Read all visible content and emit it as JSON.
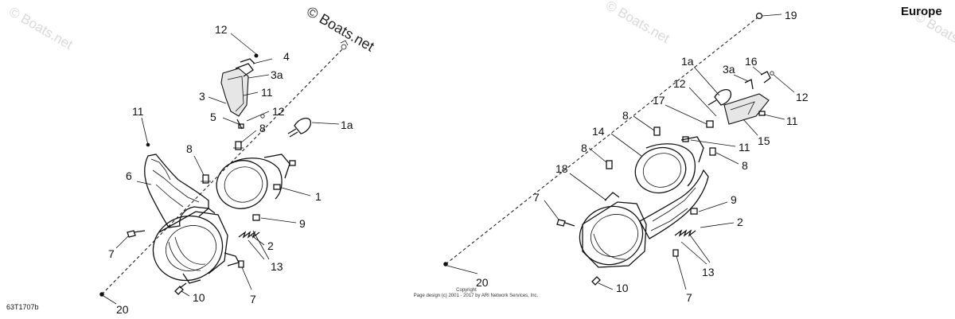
{
  "region_label": "Europe",
  "watermarks": [
    "© Boats.net",
    "© Boats.net",
    "© Boats.net",
    "© Boats.net"
  ],
  "diagram_code": "63T1707b",
  "copyright_line_1": "Copyright",
  "copyright_line_2": "Page design (c) 2001 - 2017 by ARI Network Services, Inc.",
  "left_callouts": [
    "12",
    "4",
    "3a",
    "11",
    "3",
    "12",
    "5",
    "8",
    "1a",
    "11",
    "8",
    "6",
    "1",
    "9",
    "2",
    "7",
    "13",
    "7",
    "10",
    "20"
  ],
  "right_callouts": [
    "19",
    "1a",
    "3a",
    "16",
    "12",
    "12",
    "17",
    "11",
    "8",
    "14",
    "15",
    "11",
    "8",
    "18",
    "8",
    "7",
    "9",
    "2",
    "13",
    "20",
    "10",
    "7"
  ]
}
